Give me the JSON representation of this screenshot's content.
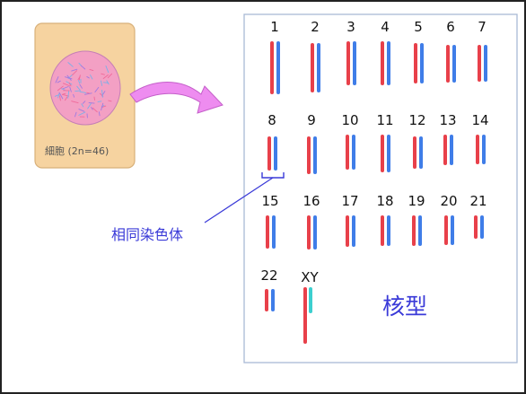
{
  "cell": {
    "label": "細胞 (2n=46)"
  },
  "homolog_label": "相同染色体",
  "karyotype_label": "核型",
  "chromosomes": [
    {
      "label": "1"
    },
    {
      "label": "2"
    },
    {
      "label": "3"
    },
    {
      "label": "4"
    },
    {
      "label": "5"
    },
    {
      "label": "6"
    },
    {
      "label": "7"
    },
    {
      "label": "8"
    },
    {
      "label": "9"
    },
    {
      "label": "10"
    },
    {
      "label": "11"
    },
    {
      "label": "12"
    },
    {
      "label": "13"
    },
    {
      "label": "14"
    },
    {
      "label": "15"
    },
    {
      "label": "16"
    },
    {
      "label": "17"
    },
    {
      "label": "18"
    },
    {
      "label": "19"
    },
    {
      "label": "20"
    },
    {
      "label": "21"
    },
    {
      "label": "22"
    },
    {
      "label": "XY"
    }
  ],
  "colors": {
    "maternal": "#e8404a",
    "paternal": "#3f7de8",
    "y_chromosome": "#3ccfcf",
    "cell_card": "#f6d3a0",
    "cell_body": "#f3a0c4",
    "arrow": "#ee8cf0",
    "label_blue": "#3a3ad8",
    "frame": "#a9b9d6"
  }
}
